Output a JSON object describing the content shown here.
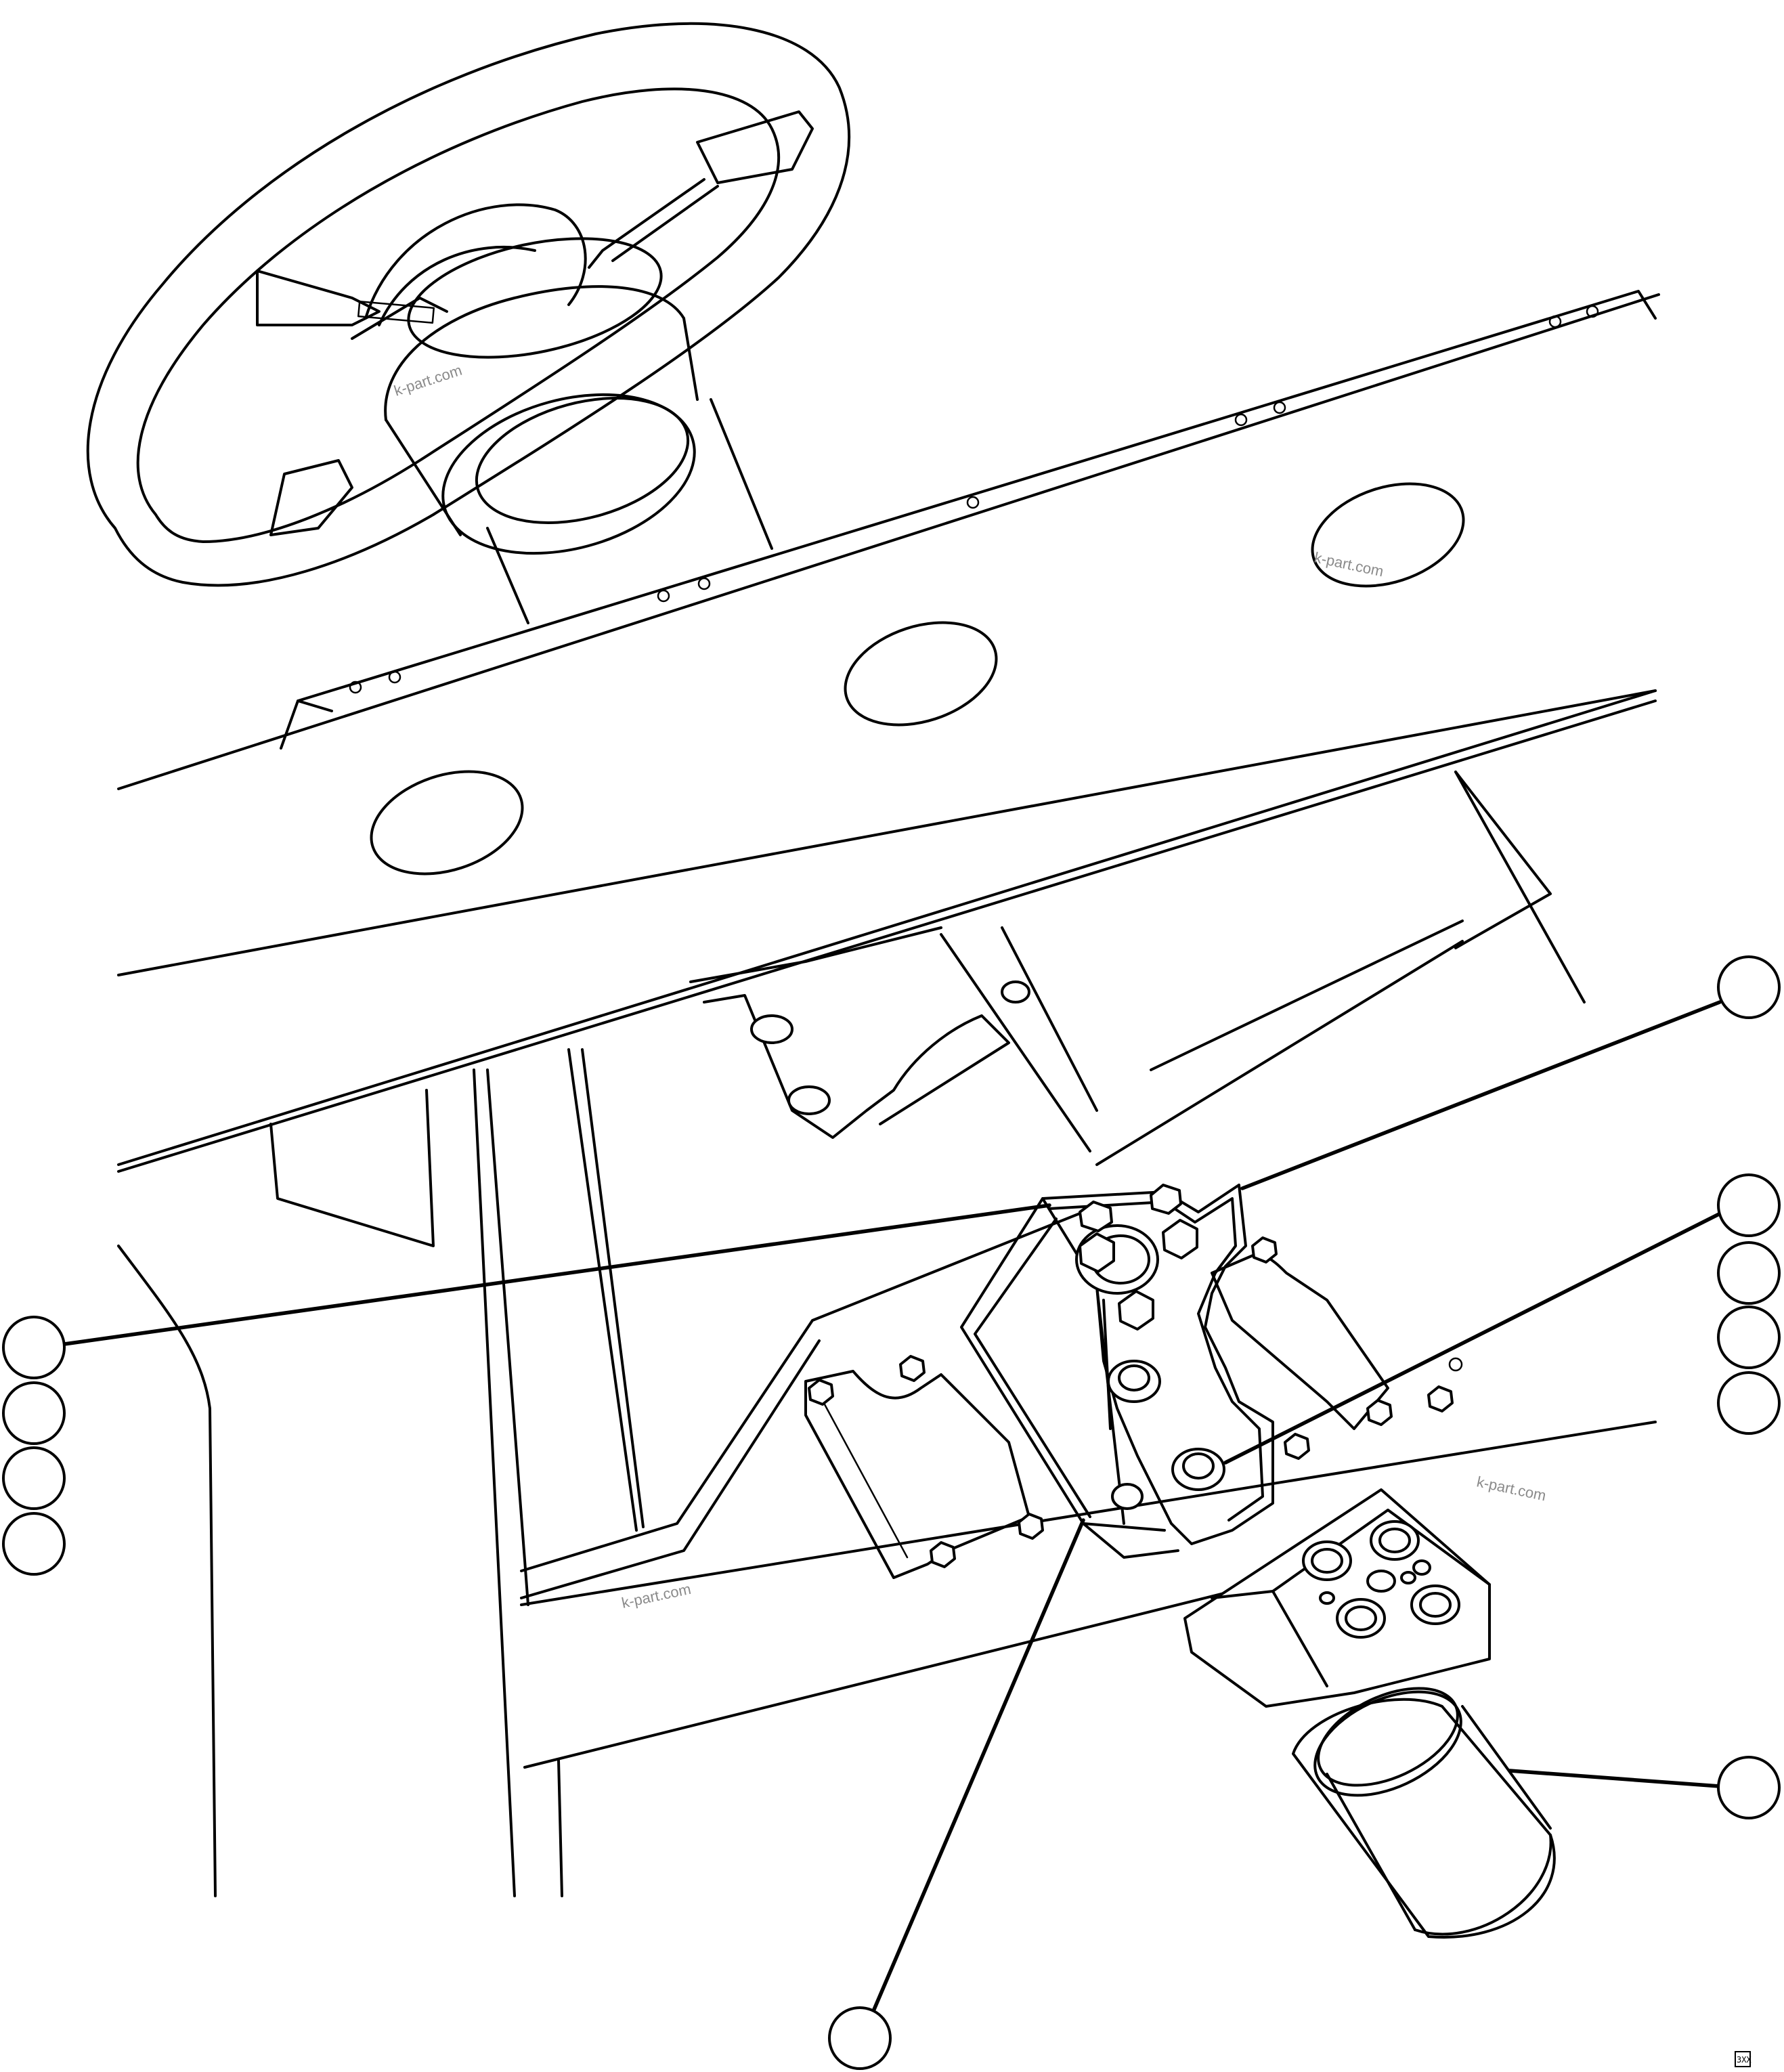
{
  "diagram": {
    "watermarks": [
      "k-part.com",
      "k-part.com",
      "k-part.com",
      "k-part.com"
    ],
    "callouts": [
      {
        "id": "c-top-right",
        "label": ""
      },
      {
        "id": "c-right-1",
        "label": ""
      },
      {
        "id": "c-right-2",
        "label": ""
      },
      {
        "id": "c-right-3",
        "label": ""
      },
      {
        "id": "c-right-4",
        "label": ""
      },
      {
        "id": "c-left-1",
        "label": ""
      },
      {
        "id": "c-left-2",
        "label": ""
      },
      {
        "id": "c-left-3",
        "label": ""
      },
      {
        "id": "c-left-4",
        "label": ""
      },
      {
        "id": "c-bottom-right",
        "label": ""
      },
      {
        "id": "c-bottom",
        "label": ""
      }
    ],
    "corner_code": "3XX"
  }
}
